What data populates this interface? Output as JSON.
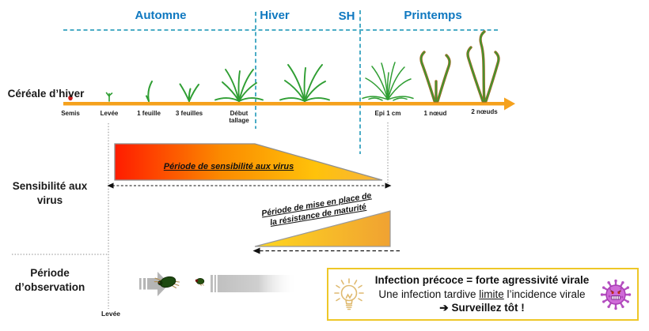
{
  "seasons": [
    {
      "label": "Automne"
    },
    {
      "label": "Hiver"
    },
    {
      "label": "SH"
    },
    {
      "label": "Printemps"
    }
  ],
  "cereal_row": {
    "label": "Céréale d’hiver",
    "stages": [
      {
        "label": "Semis"
      },
      {
        "label": "Levée"
      },
      {
        "label": "1 feuille"
      },
      {
        "label": "3 feuilles"
      },
      {
        "label": "Début tallage"
      },
      {
        "label": "Epi 1 cm"
      },
      {
        "label": "1 nœud"
      },
      {
        "label": "2 nœuds"
      }
    ]
  },
  "sensitivity_row": {
    "label": "Sensibilité aux virus",
    "virus_period": "Période de sensibilité aux virus",
    "maturity_period_line1": "Période de mise en place de",
    "maturity_period_line2": "la résistance de maturité"
  },
  "observation_row": {
    "label": "Période d’observation",
    "levee_marker": "Levée"
  },
  "info_box": {
    "line1": "Infection précoce = forte agressivité virale",
    "line2_before": "Une infection tardive ",
    "line2_underlined": "limite",
    "line2_after": " l’incidence virale",
    "arrow": "➔",
    "line3": "Surveillez tôt !"
  },
  "icons": {
    "lightbulb": "lightbulb-icon",
    "virus": "virus-icon",
    "aphid_large": "aphid-icon",
    "aphid_small": "aphid-icon",
    "gray_arrow": "arrow-right-icon",
    "timeline_arrow": "timeline-arrow-icon"
  },
  "colors": {
    "season_blue": "#0f78c0",
    "season_dash_teal": "#4bacc6",
    "timeline_orange": "#f5a11c",
    "virus_gradient_red": "#ff1c00",
    "virus_gradient_gold": "#ffc20a",
    "maturity_yellow": "#ffd81e",
    "maturity_orange": "#f0a232",
    "box_border_yellow": "#eec728",
    "virus_purple": "#cf6ad8",
    "plant_green": "#2f9e33",
    "stem_brown": "#9c6b24"
  }
}
